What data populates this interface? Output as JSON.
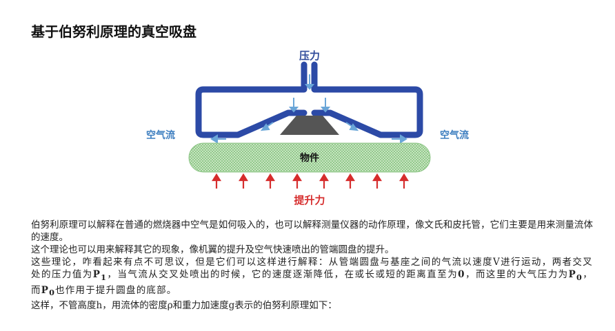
{
  "title": "基于伯努利原理的真空吸盘",
  "diagram": {
    "pressure_label": "压力",
    "airflow_left": "空气流",
    "airflow_right": "空气流",
    "object_label": "物件",
    "lift_label": "提升力"
  },
  "paragraphs": {
    "p1": "伯努利原理可以解释在普通的燃烧器中空气是如何吸入的，也可以解释测量仪器的动作原理，像文氏和皮托管，它们主要是用来测量流体的速度。",
    "p2": "这个理论也可以用来解释其它的现象，像机翼的提升及空气快速喷出的管端圆盘的提升。",
    "p3a": "这些理论，咋看起来有点不可思议，但是它们可以这样进行解释：从管端圆盘与基座之间的气流以速度V进行运动，两者交叉处的压力值为",
    "p3_p1": "P",
    "p3_sub1": "1",
    "p3b": "，当气流从交叉处喷出的时候，它的速度逐渐降低，在或长或短的距离直至为",
    "p3_zero": "0",
    "p3c": "，而这里的大气压力为",
    "p3_p0": "P",
    "p3_sub0": "0",
    "p3d": "，而",
    "p3_p0b": "P",
    "p3_sub0b": "0",
    "p3e": "也作用于提升圆盘的底部。",
    "p4": "这样，不管高度h，用流体的密度ρ和重力加速度g表示的伯努利原理如下："
  }
}
